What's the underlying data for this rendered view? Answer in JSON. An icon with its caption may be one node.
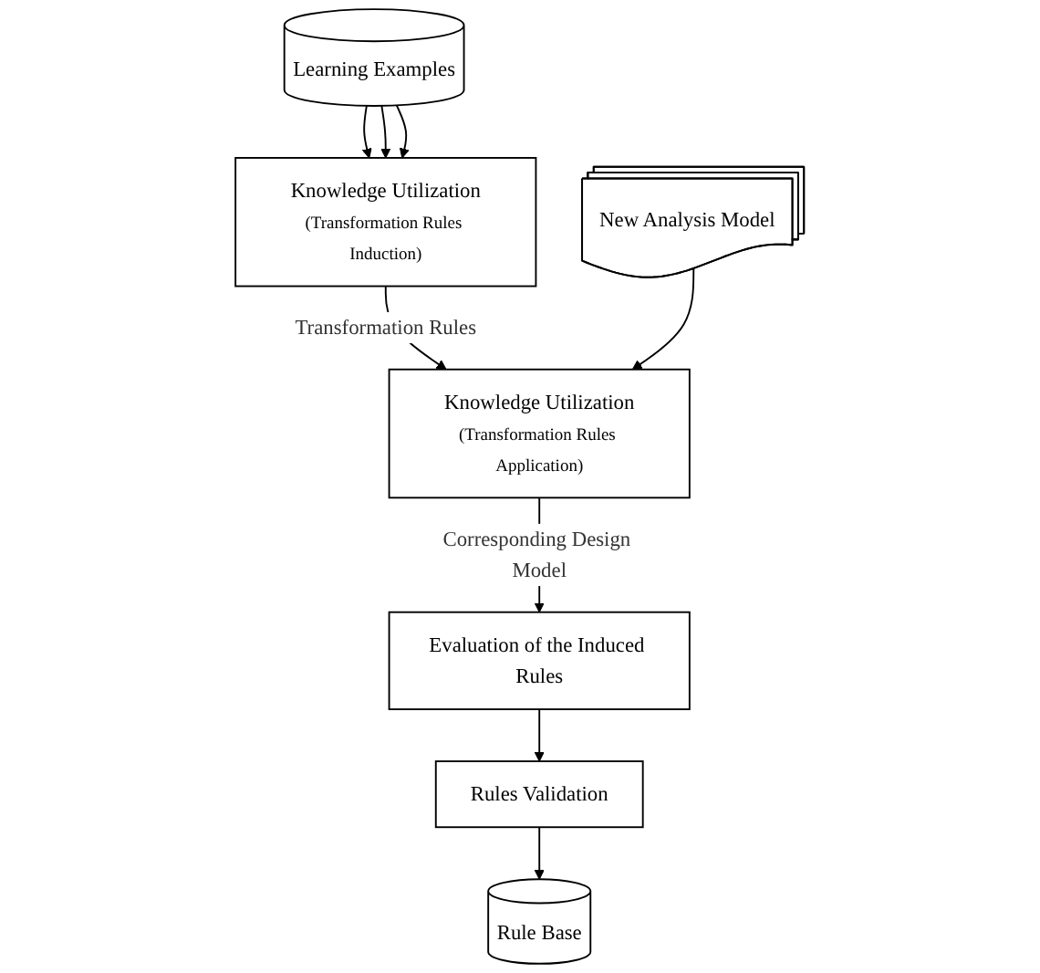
{
  "diagram": {
    "nodes": [
      {
        "text": [
          "Learning Examples"
        ]
      },
      {
        "text": [
          "Knowledge Utilization",
          "(Transformation Rules Induction)"
        ]
      },
      {
        "text": [
          "New Analysis Model"
        ]
      },
      {
        "text": [
          "Knowledge Utilization",
          "(Transformation Rules Application)"
        ]
      },
      {
        "text": [
          "Evaluation of the Induced Rules"
        ]
      },
      {
        "text": [
          "Rules Validation"
        ]
      },
      {
        "text": [
          "Rule Base"
        ]
      }
    ],
    "edges": [
      {
        "from": 0,
        "to": 1,
        "arrow": "to"
      },
      {
        "from": 0,
        "to": 1,
        "arrow": "to"
      },
      {
        "from": 0,
        "to": 1,
        "arrow": "to"
      },
      {
        "from": 1,
        "to": 3,
        "arrow": "to",
        "label": "Transformation Rules"
      },
      {
        "from": 2,
        "to": 3,
        "arrow": "to"
      },
      {
        "from": 3,
        "to": 4,
        "arrow": "to",
        "label": "Corresponding Design Model"
      },
      {
        "from": 4,
        "to": 5,
        "arrow": "to"
      },
      {
        "from": 5,
        "to": 6,
        "arrow": "to"
      }
    ]
  }
}
